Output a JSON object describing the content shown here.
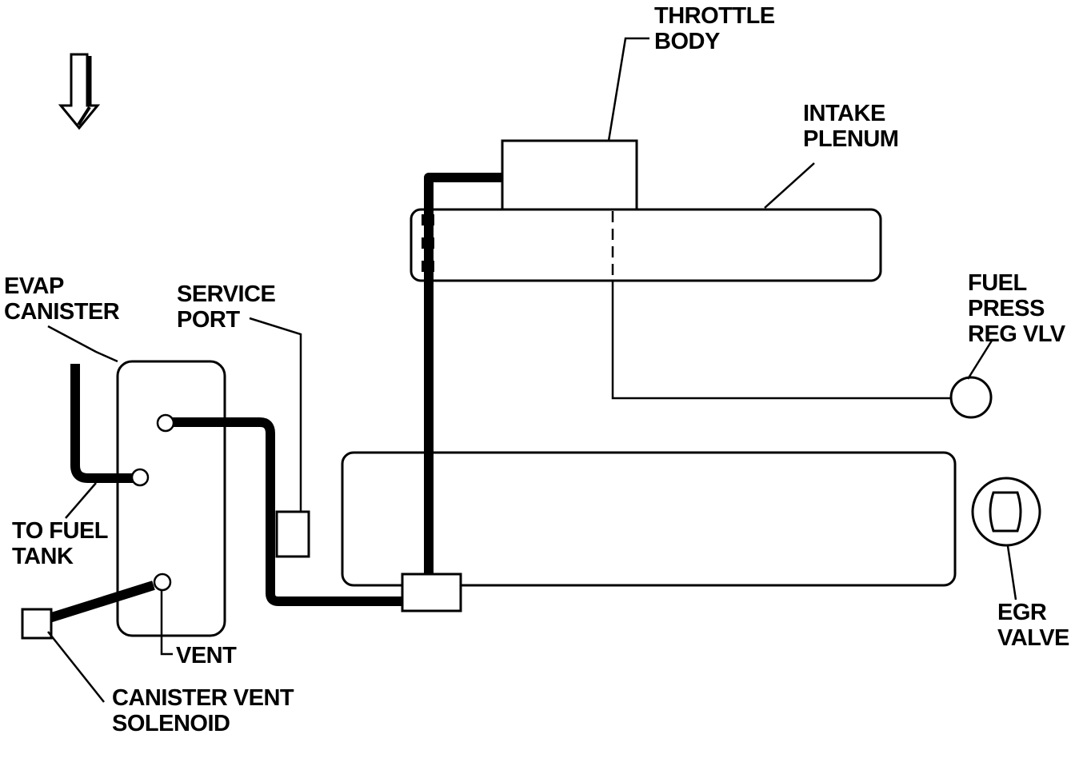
{
  "labels": {
    "throttle_body": [
      "THROTTLE",
      "BODY"
    ],
    "intake_plenum": [
      "INTAKE",
      "PLENUM"
    ],
    "evap_canister": [
      "EVAP",
      "CANISTER"
    ],
    "service_port": [
      "SERVICE",
      "PORT"
    ],
    "fuel_press_reg_vlv": [
      "FUEL",
      "PRESS",
      "REG VLV"
    ],
    "to_fuel_tank": [
      "TO FUEL",
      "TANK"
    ],
    "vent": "VENT",
    "canister_vent_solenoid": [
      "CANISTER VENT",
      "SOLENOID"
    ],
    "egr_valve": [
      "EGR",
      "VALVE"
    ]
  },
  "icons": {
    "direction_arrow": "down-arrow-icon"
  },
  "colors": {
    "line": "#000000",
    "background": "#ffffff"
  }
}
